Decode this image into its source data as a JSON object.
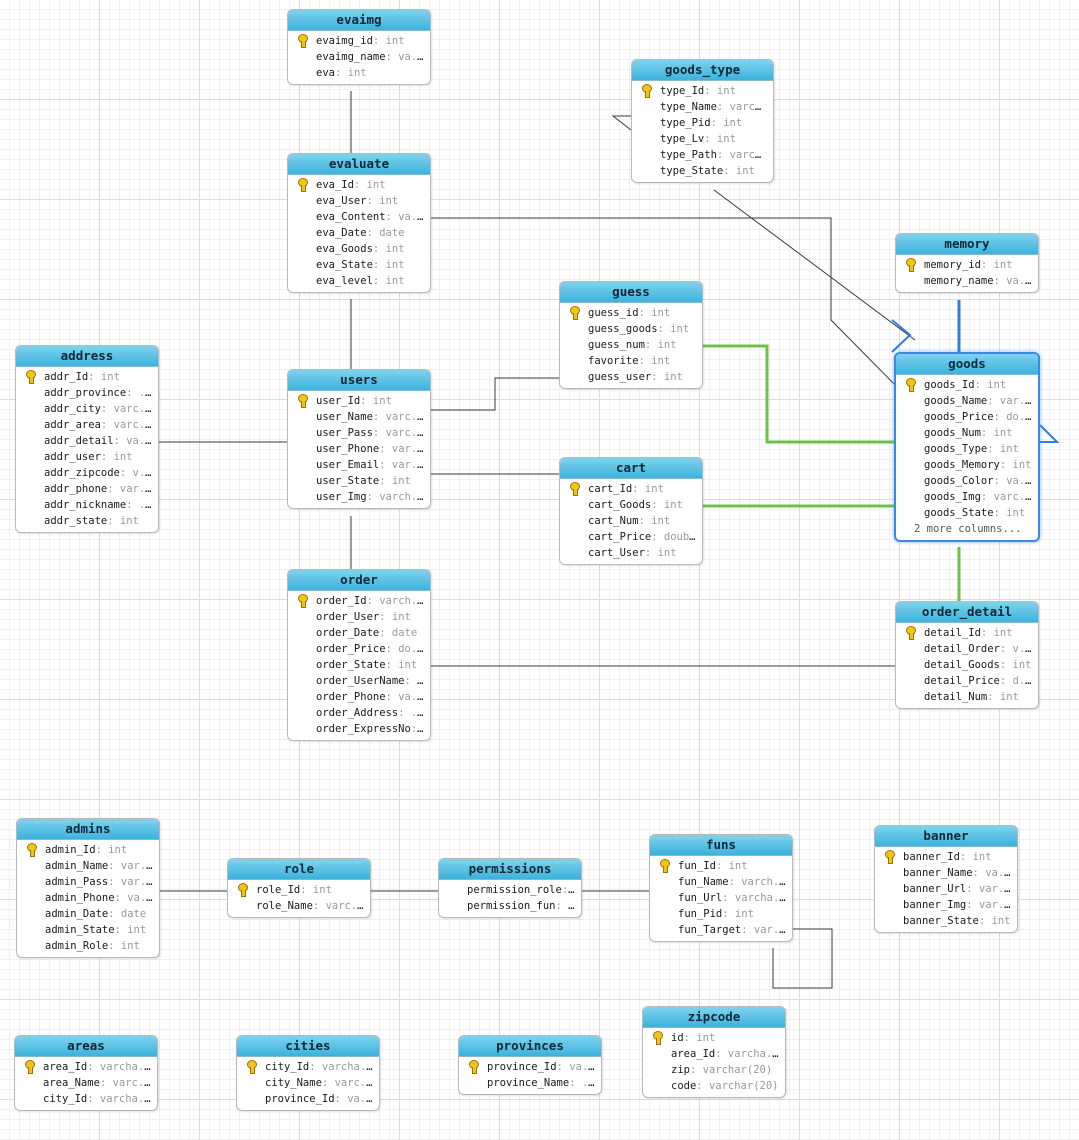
{
  "links": [
    {
      "from": "evaimg",
      "to": "evaluate",
      "style": "plain"
    },
    {
      "from": "evaluate",
      "to": "users",
      "style": "plain"
    },
    {
      "from": "evaluate",
      "to": "goods",
      "style": "plain"
    },
    {
      "from": "users",
      "to": "address",
      "style": "plain"
    },
    {
      "from": "users",
      "to": "guess",
      "style": "plain"
    },
    {
      "from": "users",
      "to": "cart",
      "style": "plain"
    },
    {
      "from": "users",
      "to": "order",
      "style": "plain"
    },
    {
      "from": "order",
      "to": "order_detail",
      "style": "plain"
    },
    {
      "from": "goods_type",
      "to": "goods",
      "style": "plain"
    },
    {
      "from": "goods_type",
      "to": "goods_type",
      "style": "self"
    },
    {
      "from": "memory",
      "to": "goods",
      "style": "blue"
    },
    {
      "from": "guess",
      "to": "goods",
      "style": "green"
    },
    {
      "from": "cart",
      "to": "goods",
      "style": "green"
    },
    {
      "from": "goods",
      "to": "order_detail",
      "style": "green"
    },
    {
      "from": "admins",
      "to": "role",
      "style": "plain"
    },
    {
      "from": "role",
      "to": "permissions",
      "style": "plain"
    },
    {
      "from": "permissions",
      "to": "funs",
      "style": "plain"
    },
    {
      "from": "funs",
      "to": "funs",
      "style": "self"
    }
  ],
  "colors": {
    "plain": "#3a3a3a",
    "green": "#6cc24a",
    "blue": "#2f7fe0",
    "header": "#4fc0e4",
    "key": "#f3c318"
  },
  "tables": [
    {
      "id": "evaimg",
      "name": "evaimg",
      "selected": false,
      "columns": [
        {
          "name": "evaimg_id",
          "type": "int",
          "pk": true
        },
        {
          "name": "evaimg_name",
          "type": "va...",
          "pk": false
        },
        {
          "name": "eva",
          "type": "int",
          "pk": false
        }
      ]
    },
    {
      "id": "goods_type",
      "name": "goods_type",
      "selected": false,
      "columns": [
        {
          "name": "type_Id",
          "type": "int",
          "pk": true
        },
        {
          "name": "type_Name",
          "type": "varc...",
          "pk": false
        },
        {
          "name": "type_Pid",
          "type": "int",
          "pk": false
        },
        {
          "name": "type_Lv",
          "type": "int",
          "pk": false
        },
        {
          "name": "type_Path",
          "type": "varc...",
          "pk": false
        },
        {
          "name": "type_State",
          "type": "int",
          "pk": false
        }
      ]
    },
    {
      "id": "evaluate",
      "name": "evaluate",
      "selected": false,
      "columns": [
        {
          "name": "eva_Id",
          "type": "int",
          "pk": true
        },
        {
          "name": "eva_User",
          "type": "int",
          "pk": false
        },
        {
          "name": "eva_Content",
          "type": "va...",
          "pk": false
        },
        {
          "name": "eva_Date",
          "type": "date",
          "pk": false
        },
        {
          "name": "eva_Goods",
          "type": "int",
          "pk": false
        },
        {
          "name": "eva_State",
          "type": "int",
          "pk": false
        },
        {
          "name": "eva_level",
          "type": "int",
          "pk": false
        }
      ]
    },
    {
      "id": "memory",
      "name": "memory",
      "selected": false,
      "columns": [
        {
          "name": "memory_id",
          "type": "int",
          "pk": true
        },
        {
          "name": "memory_name",
          "type": "va...",
          "pk": false
        }
      ]
    },
    {
      "id": "guess",
      "name": "guess",
      "selected": false,
      "columns": [
        {
          "name": "guess_id",
          "type": "int",
          "pk": true
        },
        {
          "name": "guess_goods",
          "type": "int",
          "pk": false
        },
        {
          "name": "guess_num",
          "type": "int",
          "pk": false
        },
        {
          "name": "favorite",
          "type": "int",
          "pk": false
        },
        {
          "name": "guess_user",
          "type": "int",
          "pk": false
        }
      ]
    },
    {
      "id": "address",
      "name": "address",
      "selected": false,
      "columns": [
        {
          "name": "addr_Id",
          "type": "int",
          "pk": true
        },
        {
          "name": "addr_province",
          "type": "...",
          "pk": false
        },
        {
          "name": "addr_city",
          "type": "varc...",
          "pk": false
        },
        {
          "name": "addr_area",
          "type": "varc...",
          "pk": false
        },
        {
          "name": "addr_detail",
          "type": "va...",
          "pk": false
        },
        {
          "name": "addr_user",
          "type": "int",
          "pk": false
        },
        {
          "name": "addr_zipcode",
          "type": "v...",
          "pk": false
        },
        {
          "name": "addr_phone",
          "type": "var...",
          "pk": false
        },
        {
          "name": "addr_nickname",
          "type": "...",
          "pk": false
        },
        {
          "name": "addr_state",
          "type": "int",
          "pk": false
        }
      ]
    },
    {
      "id": "users",
      "name": "users",
      "selected": false,
      "columns": [
        {
          "name": "user_Id",
          "type": "int",
          "pk": true
        },
        {
          "name": "user_Name",
          "type": "varc...",
          "pk": false
        },
        {
          "name": "user_Pass",
          "type": "varc...",
          "pk": false
        },
        {
          "name": "user_Phone",
          "type": "var...",
          "pk": false
        },
        {
          "name": "user_Email",
          "type": "var...",
          "pk": false
        },
        {
          "name": "user_State",
          "type": "int",
          "pk": false
        },
        {
          "name": "user_Img",
          "type": "varch...",
          "pk": false
        }
      ]
    },
    {
      "id": "goods",
      "name": "goods",
      "selected": true,
      "more": "2 more columns...",
      "columns": [
        {
          "name": "goods_Id",
          "type": "int",
          "pk": true
        },
        {
          "name": "goods_Name",
          "type": "var...",
          "pk": false
        },
        {
          "name": "goods_Price",
          "type": "do...",
          "pk": false
        },
        {
          "name": "goods_Num",
          "type": "int",
          "pk": false
        },
        {
          "name": "goods_Type",
          "type": "int",
          "pk": false
        },
        {
          "name": "goods_Memory",
          "type": "int",
          "pk": false
        },
        {
          "name": "goods_Color",
          "type": "va...",
          "pk": false
        },
        {
          "name": "goods_Img",
          "type": "varc...",
          "pk": false
        },
        {
          "name": "goods_State",
          "type": "int",
          "pk": false
        }
      ]
    },
    {
      "id": "cart",
      "name": "cart",
      "selected": false,
      "columns": [
        {
          "name": "cart_Id",
          "type": "int",
          "pk": true
        },
        {
          "name": "cart_Goods",
          "type": "int",
          "pk": false
        },
        {
          "name": "cart_Num",
          "type": "int",
          "pk": false
        },
        {
          "name": "cart_Price",
          "type": "double",
          "pk": false
        },
        {
          "name": "cart_User",
          "type": "int",
          "pk": false
        }
      ]
    },
    {
      "id": "order",
      "name": "order",
      "selected": false,
      "columns": [
        {
          "name": "order_Id",
          "type": "varch...",
          "pk": true
        },
        {
          "name": "order_User",
          "type": "int",
          "pk": false
        },
        {
          "name": "order_Date",
          "type": "date",
          "pk": false
        },
        {
          "name": "order_Price",
          "type": "do...",
          "pk": false
        },
        {
          "name": "order_State",
          "type": "int",
          "pk": false
        },
        {
          "name": "order_UserName",
          "type": "...",
          "pk": false
        },
        {
          "name": "order_Phone",
          "type": "va...",
          "pk": false
        },
        {
          "name": "order_Address",
          "type": "...",
          "pk": false
        },
        {
          "name": "order_ExpressNo",
          "type": "...",
          "pk": false
        }
      ]
    },
    {
      "id": "order_detail",
      "name": "order_detail",
      "selected": false,
      "columns": [
        {
          "name": "detail_Id",
          "type": "int",
          "pk": true
        },
        {
          "name": "detail_Order",
          "type": "v...",
          "pk": false
        },
        {
          "name": "detail_Goods",
          "type": "int",
          "pk": false
        },
        {
          "name": "detail_Price",
          "type": "d...",
          "pk": false
        },
        {
          "name": "detail_Num",
          "type": "int",
          "pk": false
        }
      ]
    },
    {
      "id": "admins",
      "name": "admins",
      "selected": false,
      "columns": [
        {
          "name": "admin_Id",
          "type": "int",
          "pk": true
        },
        {
          "name": "admin_Name",
          "type": "var...",
          "pk": false
        },
        {
          "name": "admin_Pass",
          "type": "var...",
          "pk": false
        },
        {
          "name": "admin_Phone",
          "type": "va...",
          "pk": false
        },
        {
          "name": "admin_Date",
          "type": "date",
          "pk": false
        },
        {
          "name": "admin_State",
          "type": "int",
          "pk": false
        },
        {
          "name": "admin_Role",
          "type": "int",
          "pk": false
        }
      ]
    },
    {
      "id": "role",
      "name": "role",
      "selected": false,
      "columns": [
        {
          "name": "role_Id",
          "type": "int",
          "pk": true
        },
        {
          "name": "role_Name",
          "type": "varc...",
          "pk": false
        }
      ]
    },
    {
      "id": "permissions",
      "name": "permissions",
      "selected": false,
      "columns": [
        {
          "name": "permission_role",
          "type": "...",
          "pk": false
        },
        {
          "name": "permission_fun",
          "type": "...",
          "pk": false
        }
      ]
    },
    {
      "id": "funs",
      "name": "funs",
      "selected": false,
      "columns": [
        {
          "name": "fun_Id",
          "type": "int",
          "pk": true
        },
        {
          "name": "fun_Name",
          "type": "varch...",
          "pk": false
        },
        {
          "name": "fun_Url",
          "type": "varcha...",
          "pk": false
        },
        {
          "name": "fun_Pid",
          "type": "int",
          "pk": false
        },
        {
          "name": "fun_Target",
          "type": "var...",
          "pk": false
        }
      ]
    },
    {
      "id": "banner",
      "name": "banner",
      "selected": false,
      "columns": [
        {
          "name": "banner_Id",
          "type": "int",
          "pk": true
        },
        {
          "name": "banner_Name",
          "type": "va...",
          "pk": false
        },
        {
          "name": "banner_Url",
          "type": "var...",
          "pk": false
        },
        {
          "name": "banner_Img",
          "type": "var...",
          "pk": false
        },
        {
          "name": "banner_State",
          "type": "int",
          "pk": false
        }
      ]
    },
    {
      "id": "zipcode",
      "name": "zipcode",
      "selected": false,
      "columns": [
        {
          "name": "id",
          "type": "int",
          "pk": true
        },
        {
          "name": "area_Id",
          "type": "varcha...",
          "pk": false
        },
        {
          "name": "zip",
          "type": "varchar(20)",
          "pk": false
        },
        {
          "name": "code",
          "type": "varchar(20)",
          "pk": false
        }
      ]
    },
    {
      "id": "areas",
      "name": "areas",
      "selected": false,
      "columns": [
        {
          "name": "area_Id",
          "type": "varcha...",
          "pk": true
        },
        {
          "name": "area_Name",
          "type": "varc...",
          "pk": false
        },
        {
          "name": "city_Id",
          "type": "varcha...",
          "pk": false
        }
      ]
    },
    {
      "id": "cities",
      "name": "cities",
      "selected": false,
      "columns": [
        {
          "name": "city_Id",
          "type": "varcha...",
          "pk": true
        },
        {
          "name": "city_Name",
          "type": "varc...",
          "pk": false
        },
        {
          "name": "province_Id",
          "type": "va...",
          "pk": false
        }
      ]
    },
    {
      "id": "provinces",
      "name": "provinces",
      "selected": false,
      "columns": [
        {
          "name": "province_Id",
          "type": "va...",
          "pk": true
        },
        {
          "name": "province_Name",
          "type": "...",
          "pk": false
        }
      ]
    }
  ]
}
